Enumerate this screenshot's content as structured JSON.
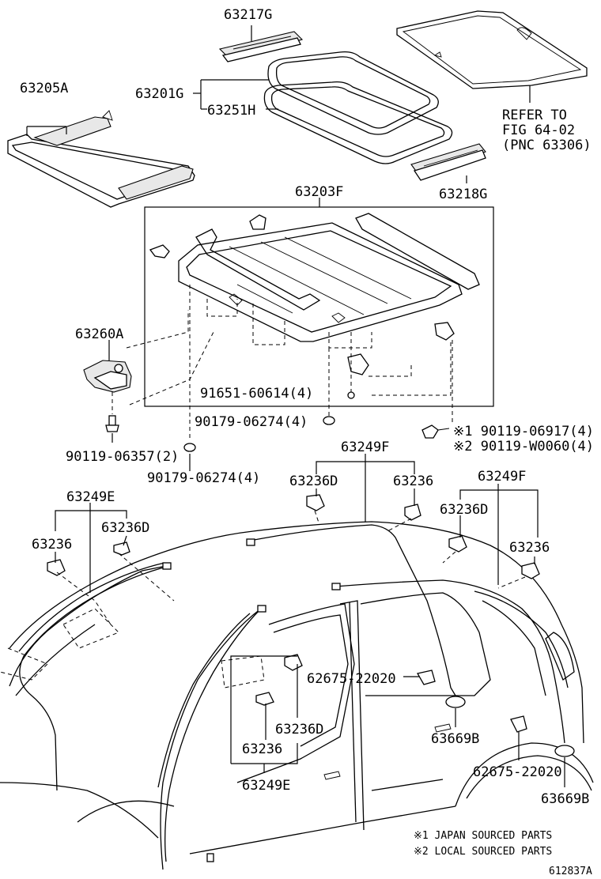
{
  "labels": {
    "p63217G": "63217G",
    "p63205A": "63205A",
    "p63201G": "63201G",
    "p63251H": "63251H",
    "refer_line1": "REFER TO",
    "refer_line2": "FIG 64-02",
    "refer_line3": "(PNC 63306)",
    "p63218G": "63218G",
    "p63203F": "63203F",
    "p63260A": "63260A",
    "p91651": "91651-60614(4)",
    "p90179_a": "90179-06274(4)",
    "p90119_06917": "※1 90119-06917(4)",
    "p90119_w0060": "※2 90119-W0060(4)",
    "p90119_06357": "90119-06357(2)",
    "p90179_b": "90179-06274(4)",
    "p63249F_top": "63249F",
    "p63236D_a": "63236D",
    "p63236_a": "63236",
    "p63249F_right": "63249F",
    "p63236D_b": "63236D",
    "p63236_b": "63236",
    "p63249E_left": "63249E",
    "p63236_c": "63236",
    "p63236D_c": "63236D",
    "p62675_a": "62675-22020",
    "p63236D_d": "63236D",
    "p63669B_a": "63669B",
    "p63236_d": "63236",
    "p63249E_bottom": "63249E",
    "p62675_b": "62675-22020",
    "p63669B_b": "63669B"
  },
  "notes": {
    "note1": "※1 JAPAN SOURCED PARTS",
    "note2": "※2 LOCAL SOURCED PARTS"
  },
  "figure_id": "612837A"
}
